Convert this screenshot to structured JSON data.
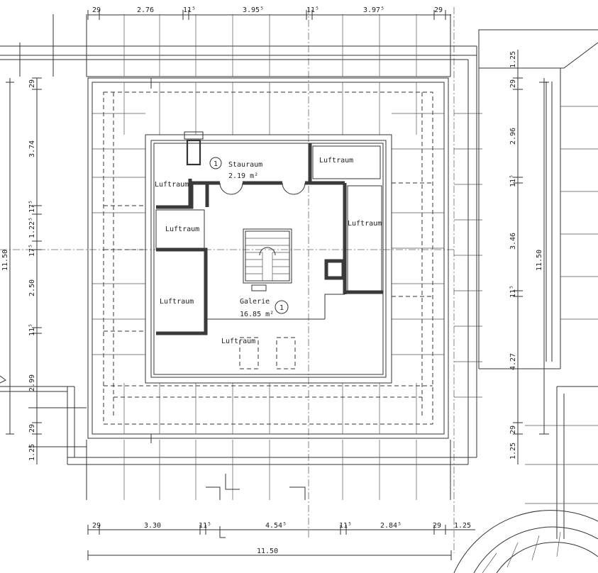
{
  "rooms": {
    "stauraum_label": "Stauraum",
    "stauraum_area": "2.19 m²",
    "stauraum_marker": "1",
    "galerie_label": "Galerie",
    "galerie_area": "16.85 m²",
    "galerie_marker": "1",
    "luftraum": "Luftraum"
  },
  "dimensions": {
    "top": [
      "29",
      "2.76",
      "11⁵",
      "3.95⁵",
      "11⁵",
      "3.97⁵",
      "29"
    ],
    "bottom": [
      "29",
      "3.30",
      "11⁵",
      "4.54⁵",
      "11⁵",
      "2.84⁵",
      "29",
      "1.25"
    ],
    "bottom_total": "11.50",
    "left": [
      "29",
      "3.74",
      "17⁵",
      "1.22⁵",
      "17⁵",
      "2.50",
      "11⁵",
      "2.99",
      "29",
      "1.25"
    ],
    "left_total": "11.50",
    "right": [
      "1.25",
      "29",
      "2.96",
      "11⁵",
      "3.46",
      "11⁵",
      "4.27",
      "29",
      "1.25"
    ],
    "right_total": "11.50"
  }
}
